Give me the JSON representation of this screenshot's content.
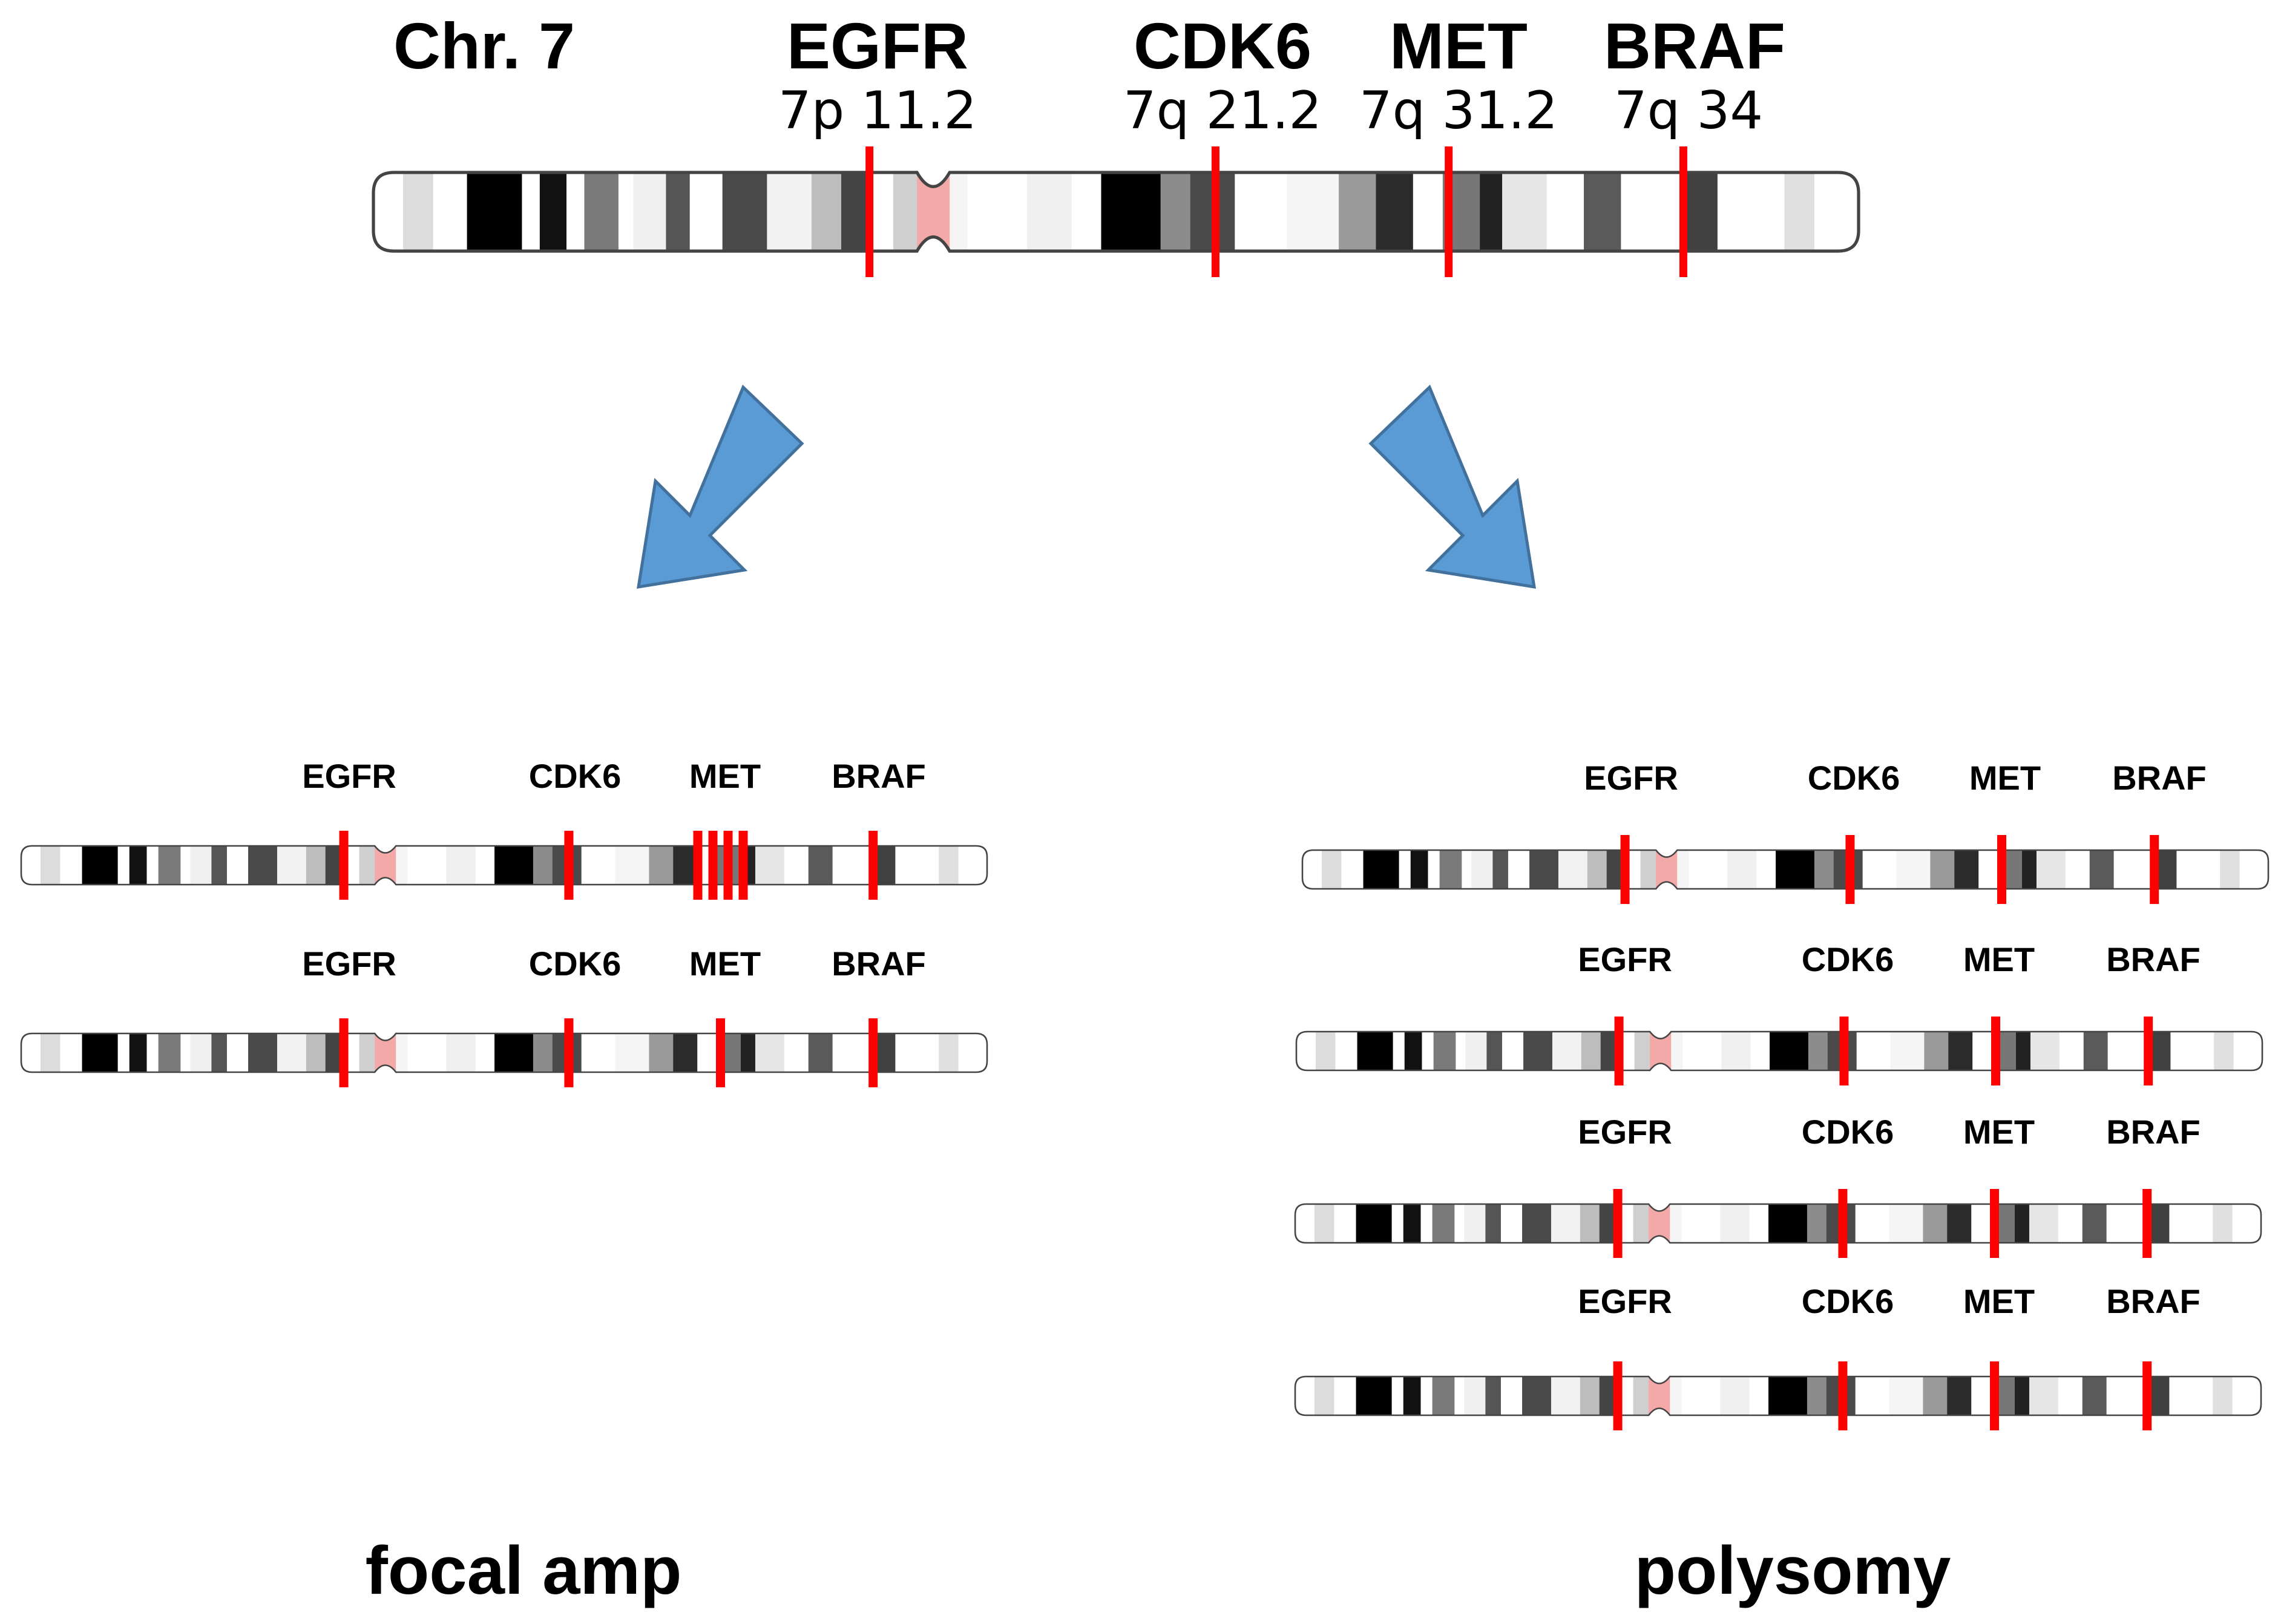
{
  "top": {
    "chromosome_label": "Chr. 7",
    "genes": [
      {
        "name": "EGFR",
        "locus": "7p 11.2"
      },
      {
        "name": "CDK6",
        "locus": "7q 21.2"
      },
      {
        "name": "MET",
        "locus": "7q 31.2"
      },
      {
        "name": "BRAF",
        "locus": "7q 34"
      }
    ]
  },
  "arrow_color": "#5b9bd5",
  "marker_color": "#ff0000",
  "centromere_color": "#f4a9a9",
  "focal_amp": {
    "label": "focal amp",
    "chromosomes": [
      {
        "genes": [
          "EGFR",
          "CDK6",
          "MET",
          "BRAF"
        ],
        "met_copies": 4
      },
      {
        "genes": [
          "EGFR",
          "CDK6",
          "MET",
          "BRAF"
        ],
        "met_copies": 1
      }
    ]
  },
  "polysomy": {
    "label": "polysomy",
    "chromosomes": [
      {
        "genes": [
          "EGFR",
          "CDK6",
          "MET",
          "BRAF"
        ]
      },
      {
        "genes": [
          "EGFR",
          "CDK6",
          "MET",
          "BRAF"
        ]
      },
      {
        "genes": [
          "EGFR",
          "CDK6",
          "MET",
          "BRAF"
        ]
      },
      {
        "genes": [
          "EGFR",
          "CDK6",
          "MET",
          "BRAF"
        ]
      }
    ]
  }
}
